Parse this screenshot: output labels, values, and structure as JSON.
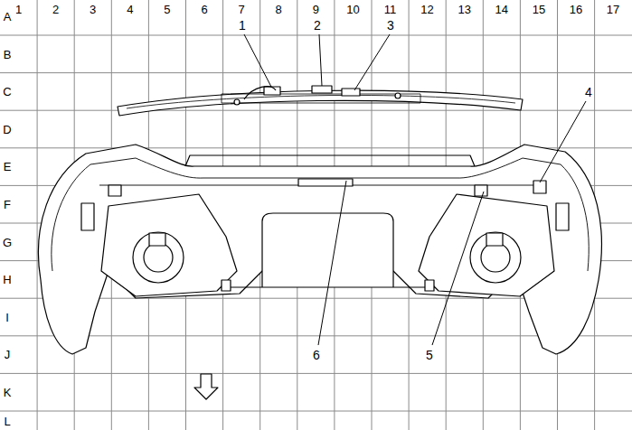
{
  "diagram": {
    "labels": [
      "1",
      "2",
      "3",
      "4",
      "5",
      "6",
      "7",
      "8",
      "9",
      "10",
      "11",
      "12",
      "13",
      "14",
      "15",
      "16",
      "17",
      "A",
      "B",
      "C",
      "D",
      "E",
      "F",
      "G",
      "H",
      "I",
      "J",
      "K",
      "L",
      "1",
      "2",
      "3",
      "4",
      "6",
      "5"
    ]
  }
}
